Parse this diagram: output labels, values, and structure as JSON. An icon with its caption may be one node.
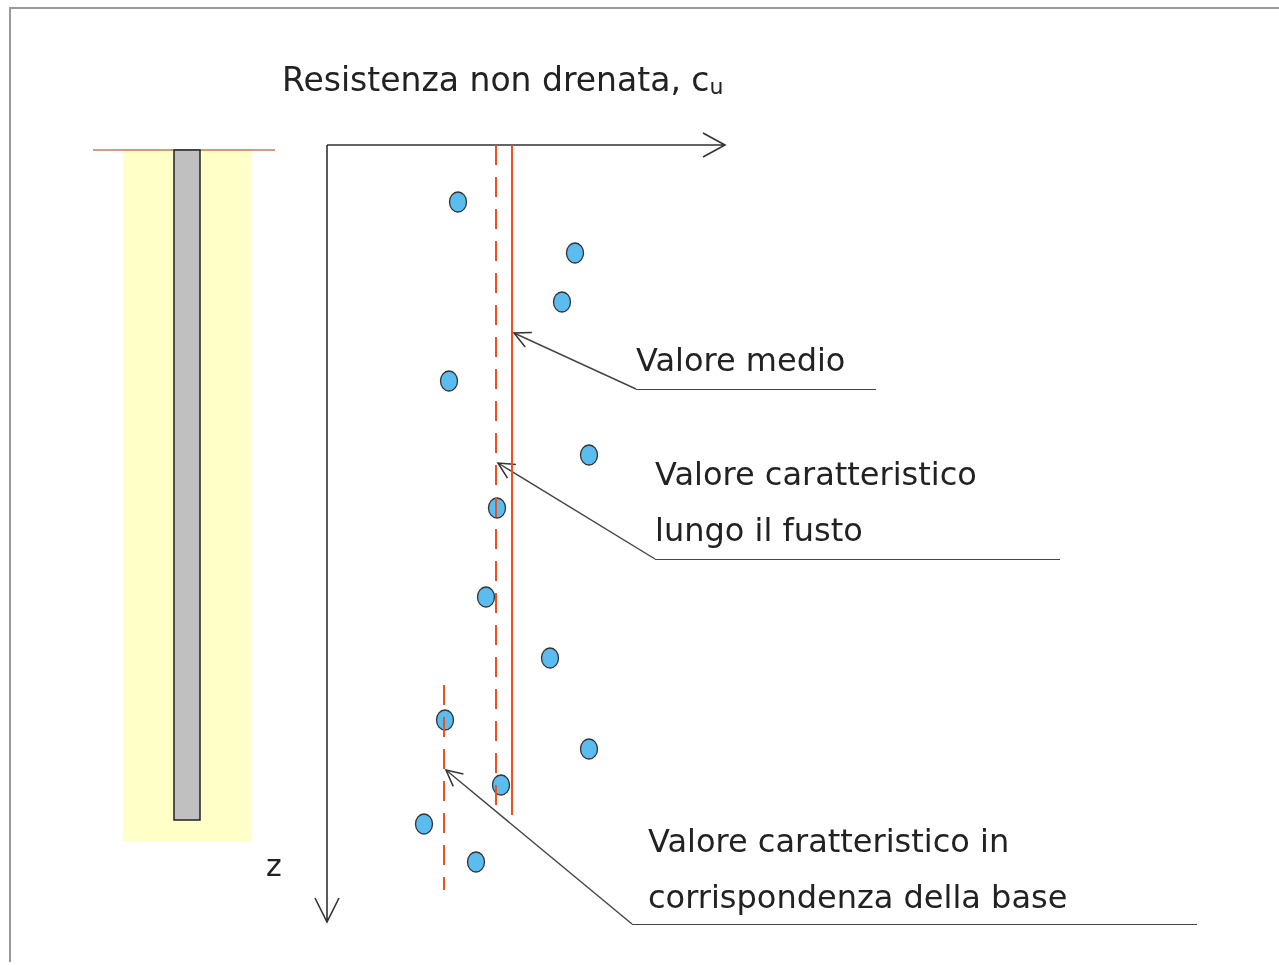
{
  "diagram": {
    "title": "Resistenza non drenata, c$_{u}$",
    "nodes": [
      {
        "text": [
          "Valore medio"
        ]
      },
      {
        "text": [],
        "shape": "bar"
      },
      {
        "text": [
          "Valore caratteristico lungo il fusto"
        ]
      },
      {
        "text": [],
        "shape": "bar"
      },
      {
        "text": [
          "Valore caratteristico in corrispondenza della base"
        ]
      },
      {
        "text": [],
        "shape": "bar"
      }
    ],
    "edges": [
      {
        "from": 0,
        "to": 1,
        "arrow": "to"
      },
      {
        "from": 2,
        "to": 3,
        "arrow": "to"
      },
      {
        "from": 4,
        "to": 5,
        "arrow": "to"
      }
    ],
    "labels": [
      "z"
    ]
  }
}
